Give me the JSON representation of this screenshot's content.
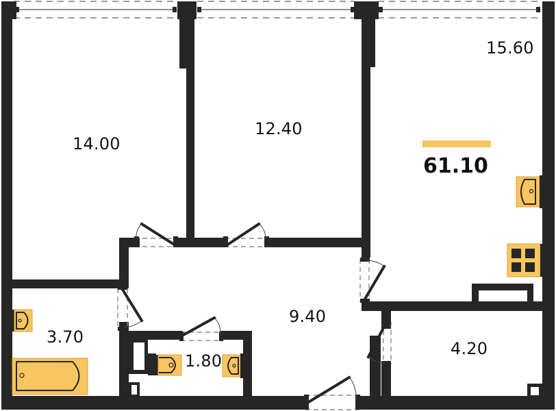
{
  "plan": {
    "total_area": "61.10",
    "accent_color": "#f8c560",
    "wall_color": "#262626",
    "rooms": [
      {
        "id": "bedroom-left",
        "label": "14.00"
      },
      {
        "id": "bedroom-middle",
        "label": "12.40"
      },
      {
        "id": "kitchen-living",
        "label": "15.60"
      },
      {
        "id": "hallway",
        "label": "9.40"
      },
      {
        "id": "bathroom",
        "label": "3.70"
      },
      {
        "id": "toilet",
        "label": "1.80"
      },
      {
        "id": "storage",
        "label": "4.20"
      }
    ],
    "fixtures": [
      {
        "type": "sink-icon",
        "room": "kitchen-living"
      },
      {
        "type": "stove-icon",
        "room": "kitchen-living"
      },
      {
        "type": "sink-icon",
        "room": "bathroom"
      },
      {
        "type": "bathtub-icon",
        "room": "bathroom"
      },
      {
        "type": "toilet-icon",
        "room": "toilet"
      },
      {
        "type": "sink-icon",
        "room": "toilet"
      }
    ]
  }
}
